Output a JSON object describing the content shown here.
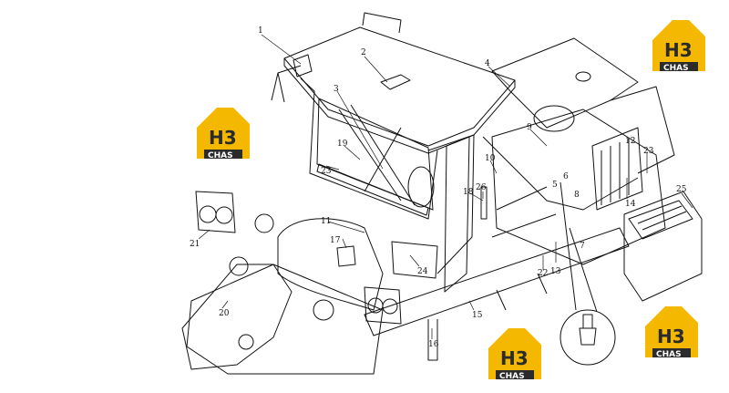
{
  "callouts": [
    {
      "id": "c1",
      "text": "1"
    },
    {
      "id": "c2",
      "text": "2"
    },
    {
      "id": "c3",
      "text": "3"
    },
    {
      "id": "c4",
      "text": "4"
    },
    {
      "id": "c9",
      "text": "9"
    },
    {
      "id": "c10",
      "text": "10"
    },
    {
      "id": "c11",
      "text": "11"
    },
    {
      "id": "c12",
      "text": "12"
    },
    {
      "id": "c13",
      "text": "13"
    },
    {
      "id": "c14",
      "text": "14"
    },
    {
      "id": "c15",
      "text": "15"
    },
    {
      "id": "c16",
      "text": "16"
    },
    {
      "id": "c17",
      "text": "17"
    },
    {
      "id": "c18",
      "text": "18"
    },
    {
      "id": "c19",
      "text": "19"
    },
    {
      "id": "c20",
      "text": "20"
    },
    {
      "id": "c21",
      "text": "21"
    },
    {
      "id": "c22",
      "text": "22"
    },
    {
      "id": "c23a",
      "text": "23"
    },
    {
      "id": "c23b",
      "text": "23"
    },
    {
      "id": "c24",
      "text": "24"
    },
    {
      "id": "c25",
      "text": "25"
    },
    {
      "id": "c26",
      "text": "26"
    },
    {
      "id": "c5",
      "text": "5"
    },
    {
      "id": "c6",
      "text": "6"
    },
    {
      "id": "c7",
      "text": "7"
    },
    {
      "id": "c8",
      "text": "8"
    }
  ],
  "logos": [
    {
      "id": "logo-top-right",
      "mark": "H3",
      "word": "CHAS"
    },
    {
      "id": "logo-left",
      "mark": "H3",
      "word": "CHAS"
    },
    {
      "id": "logo-bottom-mid",
      "mark": "H3",
      "word": "CHAS"
    },
    {
      "id": "logo-bottom-right",
      "mark": "H3",
      "word": "CHAS"
    }
  ],
  "colors": {
    "logo_yellow": "#F5B800",
    "logo_dark": "#2b2b2b",
    "line": "#111111"
  }
}
